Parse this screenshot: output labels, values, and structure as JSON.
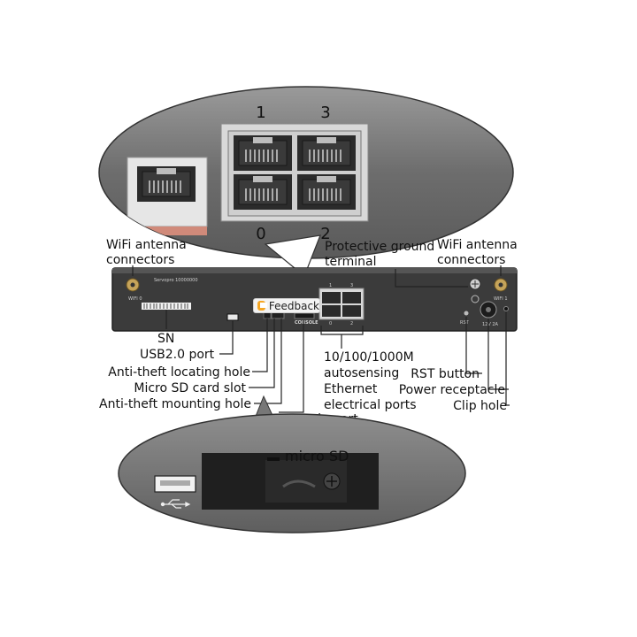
{
  "top_zoom": {
    "port_numbers": [
      "1",
      "3",
      "0",
      "2"
    ]
  },
  "device": {
    "model_text": "Servopro 10000000",
    "wifi_left_label": "WIFI 0",
    "wifi_right_label": "WIFI 1",
    "port_number_labels": [
      "1",
      "3",
      "0",
      "2"
    ],
    "console_label": "CONSOLE",
    "rst_label": "RST",
    "power_label": "12V 2A"
  },
  "callouts": {
    "wifi_left": [
      "WiFi antenna",
      "connectors"
    ],
    "ground": [
      "Protective ground",
      "terminal"
    ],
    "wifi_right": [
      "WiFi antenna",
      "connectors"
    ],
    "sn": "SN",
    "usb": "USB2.0 port",
    "anti_theft_locating": "Anti-theft locating hole",
    "micro_sd_slot": "Micro SD card slot",
    "anti_theft_mounting": "Anti-theft mounting hole",
    "console_port": "Console port",
    "ethernet": [
      "10/100/1000M",
      "autosensing",
      "Ethernet",
      "electrical ports"
    ],
    "rst_button": "RST button",
    "power_receptacle": "Power receptacle",
    "clip_hole": "Clip hole"
  },
  "bottom_zoom": {
    "micro_sd_label": "micro SD"
  },
  "feedback": {
    "label": "Feedback"
  }
}
